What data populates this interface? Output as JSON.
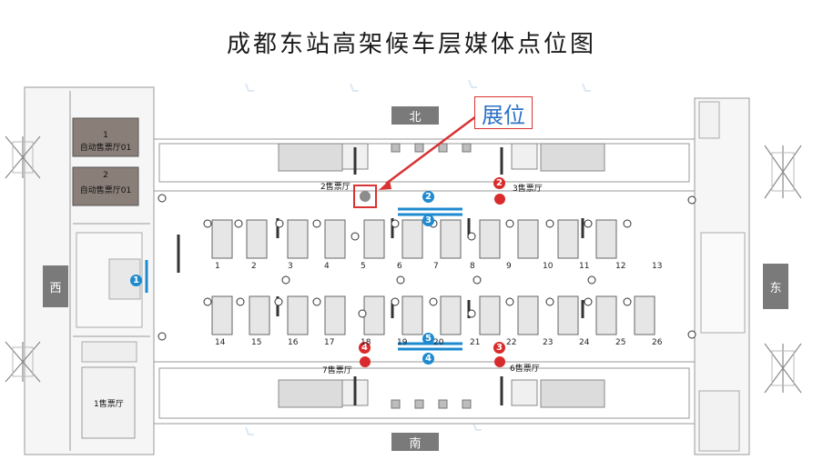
{
  "title": "成都东站高架候车层媒体点位图",
  "compass": {
    "north": "北",
    "south": "南",
    "west": "西",
    "east": "东"
  },
  "callout": {
    "label": "展位"
  },
  "halls": {
    "kiosk1_num": "1",
    "kiosk1_label": "自动售票厅01",
    "kiosk2_num": "2",
    "kiosk2_label": "自动售票厅01",
    "ticket1": "1售票厅",
    "ticket2": "2售票厅",
    "ticket3": "3售票厅",
    "ticket6": "6售票厅",
    "ticket7": "7售票厅"
  },
  "media_points": [
    {
      "id": "1",
      "kind": "lightbox",
      "color": "#1e8ad0"
    },
    {
      "id": "2",
      "kind": "lightbox",
      "color": "#1e8ad0"
    },
    {
      "id": "3",
      "kind": "lightbox",
      "color": "#1e8ad0"
    },
    {
      "id": "4",
      "kind": "lightbox",
      "color": "#1e8ad0"
    },
    {
      "id": "5",
      "kind": "lightbox",
      "color": "#1e8ad0"
    },
    {
      "id": "2",
      "kind": "spot",
      "color": "#d92b2b"
    },
    {
      "id": "3",
      "kind": "spot",
      "color": "#d92b2b"
    },
    {
      "id": "4",
      "kind": "spot",
      "color": "#d92b2b"
    }
  ],
  "gate_numbers": {
    "north_row": [
      "1",
      "2",
      "3",
      "4",
      "5",
      "6",
      "7",
      "8",
      "9",
      "10",
      "11",
      "12",
      "13"
    ],
    "south_row": [
      "14",
      "15",
      "16",
      "17",
      "18",
      "19",
      "20",
      "21",
      "22",
      "23",
      "24",
      "25",
      "26"
    ]
  }
}
